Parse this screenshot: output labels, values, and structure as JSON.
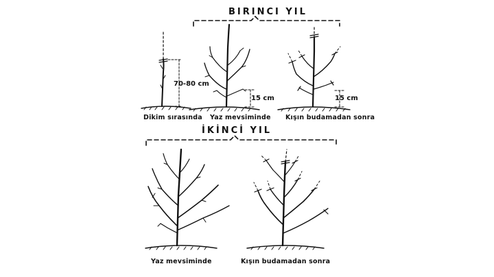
{
  "headings": {
    "first_year": "BIRINCI  YIL",
    "second_year": "İKİNCİ  YIL"
  },
  "captions": {
    "planting": "Dikim  sırasında",
    "summer_1": "Yaz  mevsiminde",
    "winter_1": "Kışın  budamadan  sonra",
    "summer_2": "Yaz     mevsiminde",
    "winter_2": "Kışın  budamadan  sonra"
  },
  "dimensions": {
    "planting_height": "70-80 cm",
    "summer_branch_height": "15 cm",
    "winter_branch_height": "15 cm"
  },
  "colors": {
    "ink": "#111111",
    "paper": "#ffffff"
  }
}
